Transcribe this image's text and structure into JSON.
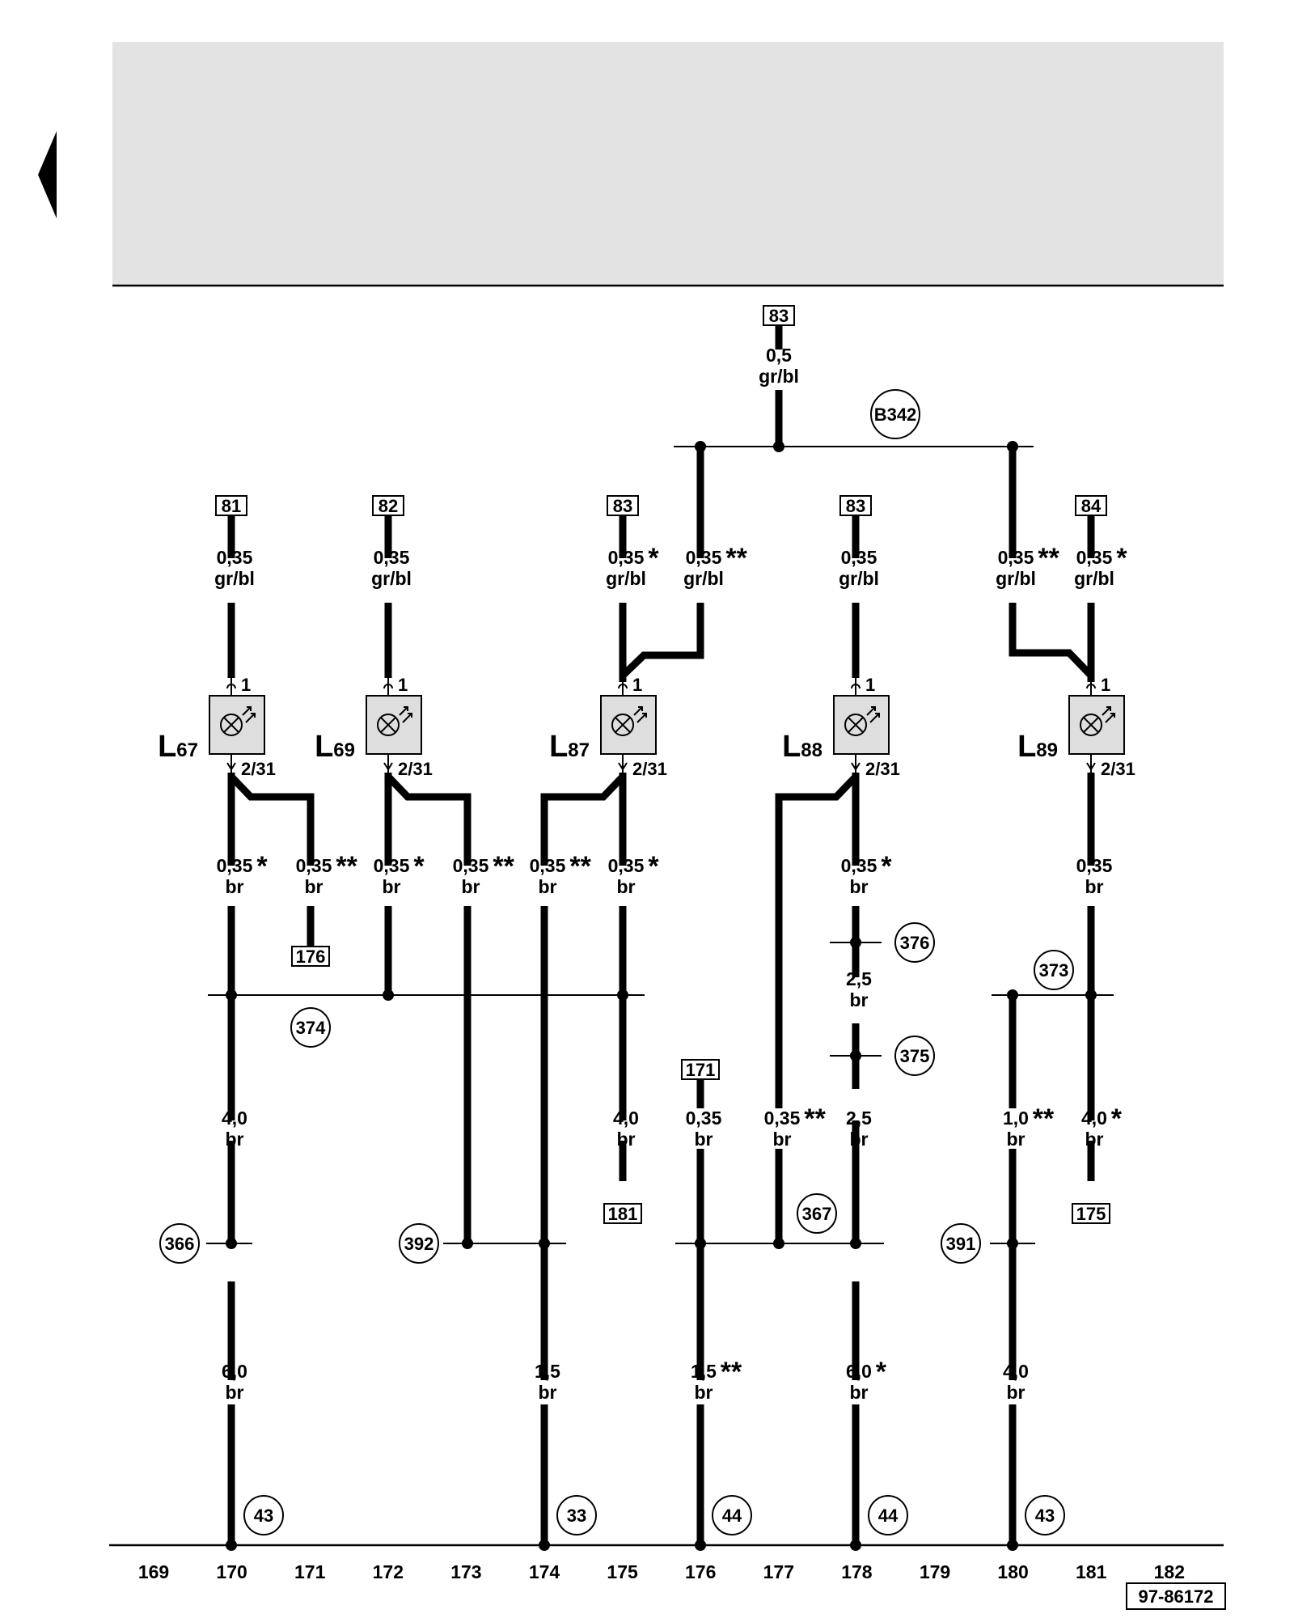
{
  "nav": {
    "back_arrow_icon": "left-triangle-icon"
  },
  "colors": {
    "header_band": "#e3e3e3",
    "lamp_fill": "#dedede",
    "ink": "#000000"
  },
  "diagram": {
    "boxes": [
      {
        "id": "b-83-top",
        "label": "83"
      },
      {
        "id": "b-81",
        "label": "81"
      },
      {
        "id": "b-82",
        "label": "82"
      },
      {
        "id": "b-83-a",
        "label": "83"
      },
      {
        "id": "b-83-b",
        "label": "83"
      },
      {
        "id": "b-84",
        "label": "84"
      },
      {
        "id": "b-176",
        "label": "176"
      },
      {
        "id": "b-171",
        "label": "171"
      },
      {
        "id": "b-181",
        "label": "181"
      },
      {
        "id": "b-175",
        "label": "175"
      }
    ],
    "circles": [
      {
        "id": "c-b342",
        "label": "B342"
      },
      {
        "id": "c-374",
        "label": "374"
      },
      {
        "id": "c-373",
        "label": "373"
      },
      {
        "id": "c-376",
        "label": "376"
      },
      {
        "id": "c-375",
        "label": "375"
      },
      {
        "id": "c-366",
        "label": "366"
      },
      {
        "id": "c-392",
        "label": "392"
      },
      {
        "id": "c-367",
        "label": "367"
      },
      {
        "id": "c-391",
        "label": "391"
      },
      {
        "id": "c-43-a",
        "label": "43"
      },
      {
        "id": "c-33",
        "label": "33"
      },
      {
        "id": "c-44-a",
        "label": "44"
      },
      {
        "id": "c-44-b",
        "label": "44"
      },
      {
        "id": "c-43-b",
        "label": "43"
      }
    ],
    "wires": [
      {
        "id": "w-top",
        "size": "0,5",
        "color": "gr/bl",
        "mark": ""
      },
      {
        "id": "w-81",
        "size": "0,35",
        "color": "gr/bl",
        "mark": ""
      },
      {
        "id": "w-82",
        "size": "0,35",
        "color": "gr/bl",
        "mark": ""
      },
      {
        "id": "w-83a",
        "size": "0,35",
        "color": "gr/bl",
        "mark": "*"
      },
      {
        "id": "w-b342-l",
        "size": "0,35",
        "color": "gr/bl",
        "mark": "**"
      },
      {
        "id": "w-83b",
        "size": "0,35",
        "color": "gr/bl",
        "mark": ""
      },
      {
        "id": "w-b342-r",
        "size": "0,35",
        "color": "gr/bl",
        "mark": "**"
      },
      {
        "id": "w-84",
        "size": "0,35",
        "color": "gr/bl",
        "mark": "*"
      },
      {
        "id": "w-l67-a",
        "size": "0,35",
        "color": "br",
        "mark": "*"
      },
      {
        "id": "w-l67-b",
        "size": "0,35",
        "color": "br",
        "mark": "**"
      },
      {
        "id": "w-l69-a",
        "size": "0,35",
        "color": "br",
        "mark": "*"
      },
      {
        "id": "w-l69-b",
        "size": "0,35",
        "color": "br",
        "mark": "**"
      },
      {
        "id": "w-l87-b",
        "size": "0,35",
        "color": "br",
        "mark": "**"
      },
      {
        "id": "w-l87-a",
        "size": "0,35",
        "color": "br",
        "mark": "*"
      },
      {
        "id": "w-l88-a",
        "size": "0,35",
        "color": "br",
        "mark": "*"
      },
      {
        "id": "w-l89",
        "size": "0,35",
        "color": "br",
        "mark": ""
      },
      {
        "id": "w-376-375",
        "size": "2,5",
        "color": "br",
        "mark": ""
      },
      {
        "id": "w-170-mid",
        "size": "4,0",
        "color": "br",
        "mark": ""
      },
      {
        "id": "w-175-mid",
        "size": "4,0",
        "color": "br",
        "mark": ""
      },
      {
        "id": "w-176-mid",
        "size": "0,35",
        "color": "br",
        "mark": ""
      },
      {
        "id": "w-177-mid",
        "size": "0,35",
        "color": "br",
        "mark": "**"
      },
      {
        "id": "w-178-mid",
        "size": "2,5",
        "color": "br",
        "mark": ""
      },
      {
        "id": "w-180-mid",
        "size": "1,0",
        "color": "br",
        "mark": "**"
      },
      {
        "id": "w-181-mid",
        "size": "4,0",
        "color": "br",
        "mark": "*"
      },
      {
        "id": "w-170-low",
        "size": "6,0",
        "color": "br",
        "mark": ""
      },
      {
        "id": "w-174-low",
        "size": "1,5",
        "color": "br",
        "mark": ""
      },
      {
        "id": "w-176-low",
        "size": "1,5",
        "color": "br",
        "mark": "**"
      },
      {
        "id": "w-178-low",
        "size": "6,0",
        "color": "br",
        "mark": "*"
      },
      {
        "id": "w-180-low",
        "size": "4,0",
        "color": "br",
        "mark": ""
      }
    ],
    "lamps": [
      {
        "id": "L67",
        "letter": "L",
        "number": "67",
        "pin_top": "1",
        "pin_bottom": "2/31"
      },
      {
        "id": "L69",
        "letter": "L",
        "number": "69",
        "pin_top": "1",
        "pin_bottom": "2/31"
      },
      {
        "id": "L87",
        "letter": "L",
        "number": "87",
        "pin_top": "1",
        "pin_bottom": "2/31"
      },
      {
        "id": "L88",
        "letter": "L",
        "number": "88",
        "pin_top": "1",
        "pin_bottom": "2/31"
      },
      {
        "id": "L89",
        "letter": "L",
        "number": "89",
        "pin_top": "1",
        "pin_bottom": "2/31"
      }
    ],
    "columns": [
      "169",
      "170",
      "171",
      "172",
      "173",
      "174",
      "175",
      "176",
      "177",
      "178",
      "179",
      "180",
      "181",
      "182"
    ],
    "doc_number": "97-86172"
  }
}
